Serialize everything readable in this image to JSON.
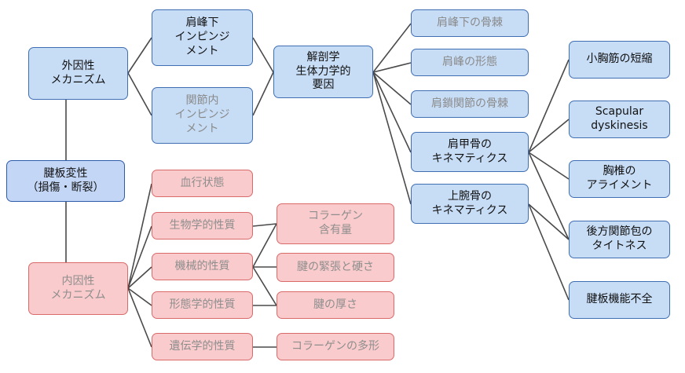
{
  "nodes": {
    "root": "腱板変性\n（損傷・断裂）",
    "extrinsic": "外因性\nメカニズム",
    "intrinsic": "内因性\nメカニズム",
    "subacromial": "肩峰下\nインピンジ\nメント",
    "internal": "関節内\nインピンジ\nメント",
    "anatomical": "解剖学\n生体力学的\n要因",
    "spur_subacromial": "肩峰下の骨棘",
    "acromion_shape": "肩峰の形態",
    "ac_spur": "肩鎖関節の骨棘",
    "scapular_kinematics": "肩甲骨の\nキネマティクス",
    "humeral_kinematics": "上腕骨の\nキネマティクス",
    "pec_minor": "小胸筋の短縮",
    "scapular_dyskinesis": "Scapular\ndyskinesis",
    "thoracic_alignment": "胸椎の\nアライメント",
    "posterior_capsule": "後方関節包の\nタイトネス",
    "cuff_function": "腱板機能不全",
    "blood_flow": "血行状態",
    "biological": "生物学的性質",
    "mechanical": "機械的性質",
    "morphological": "形態学的性質",
    "genetic": "遺伝学的性質",
    "collagen_content": "コラーゲン\n含有量",
    "tension_hardness": "腱の緊張と硬さ",
    "thickness": "腱の厚さ",
    "collagen_poly": "コラーゲンの多形"
  },
  "colors": {
    "edge": "#4a4a4a",
    "blue_fill": "#c7dcf5",
    "blue_border": "#3f6fb2",
    "red_fill": "#f9cbcc",
    "red_border": "#d96a6a"
  }
}
